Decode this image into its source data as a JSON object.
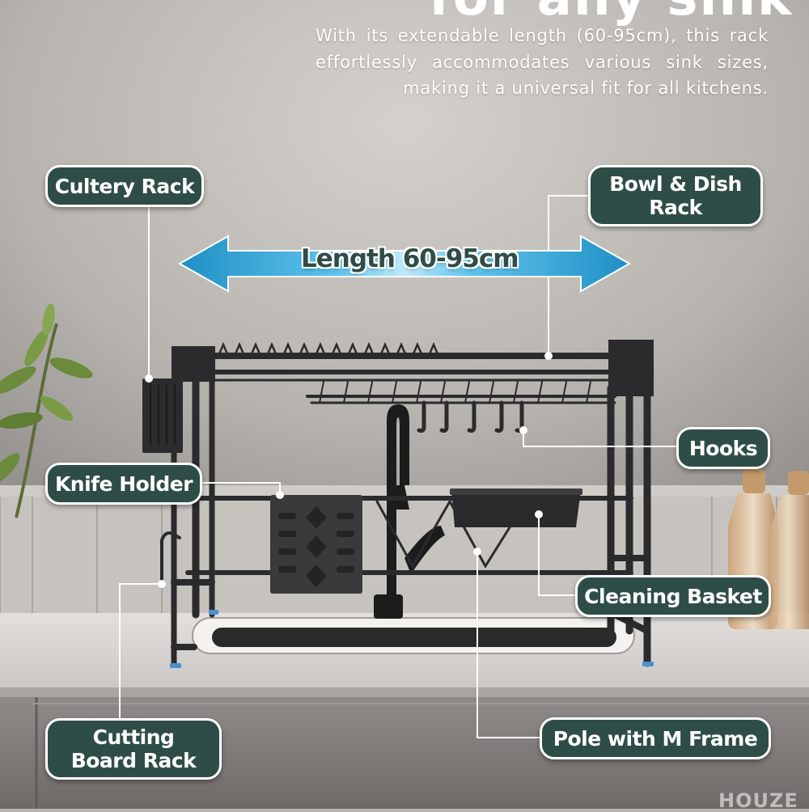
{
  "headline": "for any sink",
  "description": "With its extendable length (60-95cm), this rack effortlessly accommodates various sink sizes, making it a universal fit for all kitchens.",
  "dimension_label": "Length 60-95cm",
  "labels": {
    "cutlery_rack": "Cultery Rack",
    "bowl_dish_rack": "Bowl & Dish Rack",
    "hooks": "Hooks",
    "knife_holder": "Knife Holder",
    "cleaning_basket": "Cleaning Basket",
    "cutting_board_rack": "Cutting Board Rack",
    "pole_m_frame": "Pole with M Frame"
  },
  "watermark": "HOUZE",
  "colors": {
    "label_bg": "#2f4d47",
    "label_border": "#ffffff",
    "arrow": "#2aa3d6",
    "rack_metal": "#2b2b2d",
    "wall": "#bdbab6",
    "counter": "#d9d6d3"
  },
  "icons": [
    "double-arrow-icon",
    "plant-icon",
    "faucet-icon",
    "bottle-icon"
  ]
}
